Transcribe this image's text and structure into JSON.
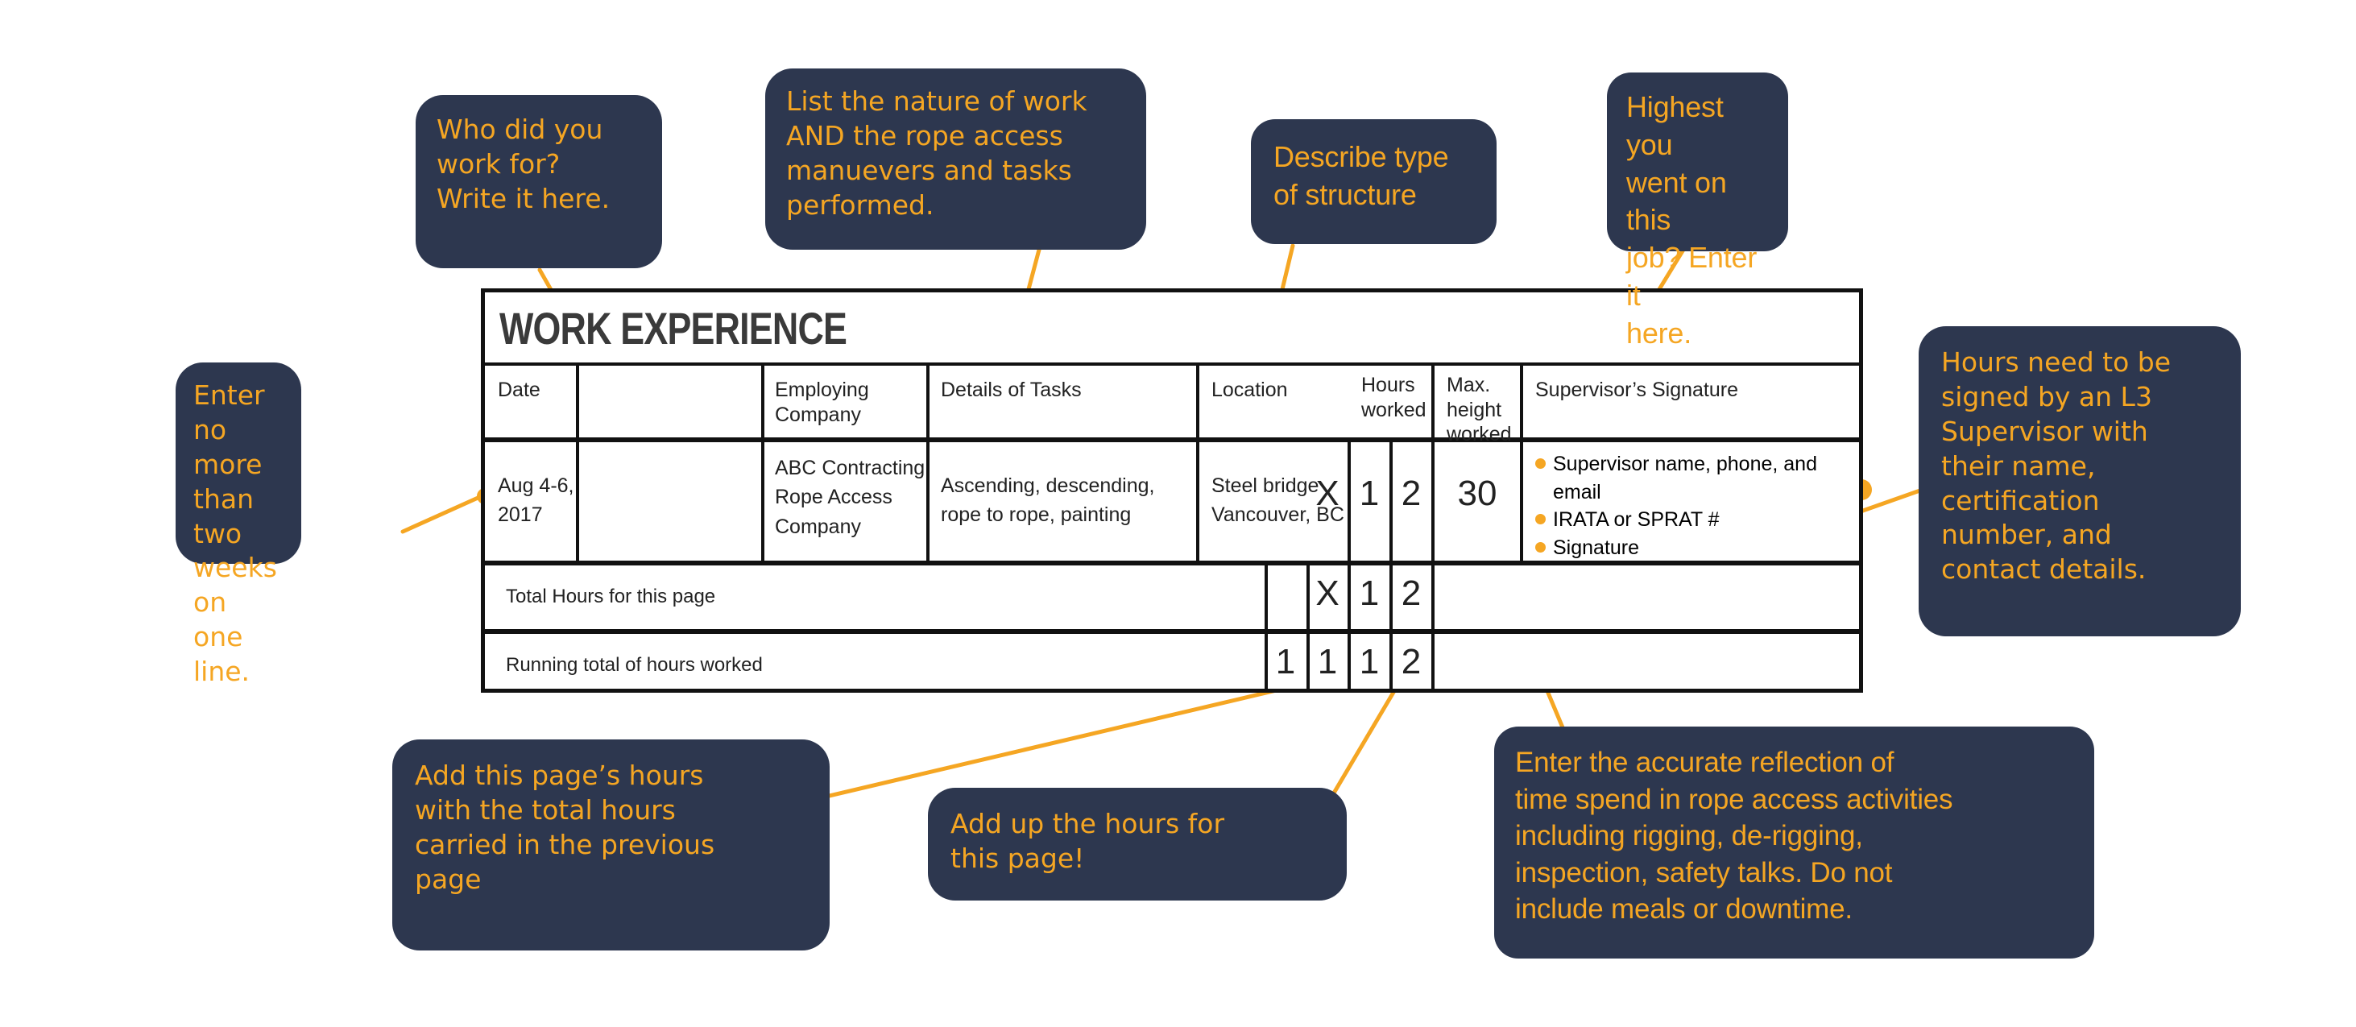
{
  "colors": {
    "bubble_bg": "#2d374f",
    "accent_orange": "#f5a623",
    "table_ink": "#111111",
    "title_ink": "#3a3a3a",
    "page_bg": "#ffffff"
  },
  "table": {
    "title": "WORK EXPERIENCE",
    "headers": {
      "date": "Date",
      "company": "Employing Company",
      "tasks": "Details of Tasks",
      "location": "Location",
      "hours": "Hours\nworked",
      "max_height": "Max. height\nworked",
      "supervisor": "Supervisor’s Signature"
    },
    "entry_row": {
      "date": "Aug 4-6,\n2017",
      "company": "ABC Contracting\nRope Access\nCompany",
      "tasks": "Ascending, descending,\nrope to rope, painting",
      "location": "Steel bridge\nVancouver, BC",
      "hours_digits": [
        "X",
        "1",
        "2"
      ],
      "max_height": "30",
      "supervisor_items": [
        "Supervisor name, phone,",
        "and email",
        "IRATA or SPRAT #",
        "Signature"
      ],
      "supervisor_bullets": [
        "Supervisor name, phone, and email",
        "IRATA or SPRAT #",
        "Signature"
      ]
    },
    "total_row": {
      "label": "Total Hours for this page",
      "digits": [
        "X",
        "1",
        "2"
      ]
    },
    "running_row": {
      "label": "Running total of hours worked",
      "digits": [
        "1",
        "1",
        "1",
        "2"
      ]
    }
  },
  "callouts": {
    "two_weeks": "Enter no\nmore than\ntwo weeks\non one\nline.",
    "who_work_for": "Who did you\nwork for?\nWrite it here.",
    "nature_of_work": "List the nature of work\nAND the rope access\nmanuevers and tasks\nperformed.",
    "describe_structure": "Describe type\nof structure",
    "highest": "Highest you\nwent on this\njob? Enter it\nhere.",
    "l3_signoff": "Hours need to be\nsigned by an L3\nSupervisor with\ntheir name,\ncertification\nnumber, and\ncontact details.",
    "add_page_hours": "Add this page’s hours\nwith the total hours\ncarried in the previous\npage",
    "add_up_hours": "Add up the hours for\nthis page!",
    "accurate_reflection": "Enter the accurate reflection of\ntime spend in rope access activities\nincluding rigging, de-rigging,\ninspection, safety talks. Do not\ninclude meals or downtime."
  }
}
